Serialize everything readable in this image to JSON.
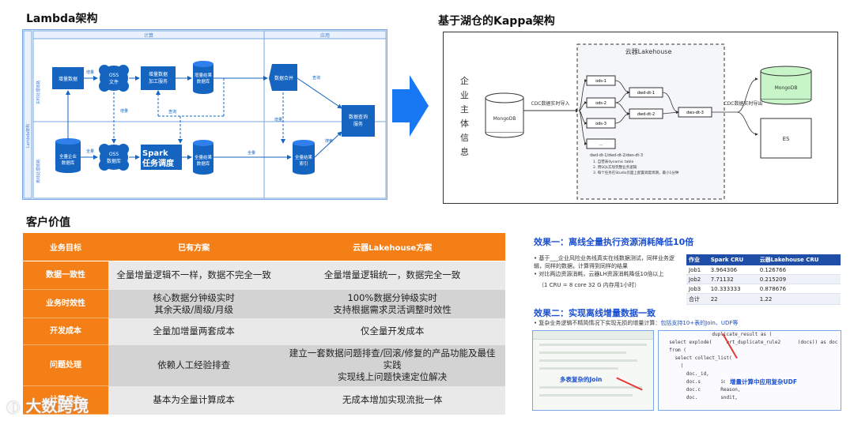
{
  "lambda": {
    "title": "Lambda架构",
    "lane_compute": "计算",
    "lane_app": "应用",
    "side_labels": [
      "Lambda架构",
      "实时处理链路",
      "离线处理链路"
    ],
    "nodes": {
      "inc_data": "增量数据",
      "oss_file": "OSS\n文件",
      "inc_process": "增量数据\n加工服务",
      "inc_result_db": "增量结果\n数据库",
      "data_merge": "数据合并",
      "query_service": "数据查询\n服务",
      "full_db": "全量企业\n数据库",
      "oss_archive": "OSS\n数据库",
      "spark": "Spark\n任务调度",
      "full_result_db": "全量结果\n数据库",
      "full_index": "全量结果\n索引"
    },
    "edges": {
      "inc": "增量",
      "full": "全量",
      "query": "查询",
      "full2": "全量",
      "search": "搜索",
      "inc2": "增量",
      "query2": "查询"
    }
  },
  "kappa": {
    "title": "基于湖仓的Kappa架构",
    "enterprise_info": "企业主体信息",
    "mongodb_src": "MongoDB",
    "cdc_in": "CDC数据实时导入",
    "cdc_out": "CDC数据实时导出",
    "lakehouse": "云器Lakehouse",
    "ods": [
      "ods-1",
      "ods-2",
      "ods-3",
      "..."
    ],
    "dwd": [
      "dwd-dt-1",
      "dwd-dt-2"
    ],
    "dws": "dws-dt-3",
    "mongodb_dst": "MongoDB",
    "es": "ES",
    "notes": [
      "dwd-dt-1/dwd-dt-2/dws-dt-3",
      "1. 自营表dynamic table",
      "2. 用SQL实现完整业务逻辑",
      "3. 每个任务在Studio页面上配置调度周期，最小1分钟"
    ]
  },
  "value": {
    "title": "客户价值",
    "headers": [
      "业务目标",
      "已有方案",
      "云器Lakehouse方案"
    ],
    "rows": [
      {
        "label": "数据一致性",
        "old": "全量增量逻辑不一样，数据不完全一致",
        "new": "全量增量逻辑统一，数据完全一致"
      },
      {
        "label": "业务时效性",
        "old": "核心数据分钟级实时\n其余天级/周级/月级",
        "new": "100%数据分钟级实时\n支持根据需求灵活调整时效性"
      },
      {
        "label": "开发成本",
        "old": "全量加增量两套成本",
        "new": "仅全量开发成本"
      },
      {
        "label": "问题处理",
        "old": "依赖人工经验排查",
        "new": "建立一套数据问题排查/回滚/修复的产品功能及最佳\n实践\n实现线上问题快速定位解决"
      },
      {
        "label": "计算成本",
        "old": "基本为全量计算成本",
        "new": "无成本增加实现流批一体"
      }
    ]
  },
  "effects": {
    "e1_title": "效果一：离线全量执行资源消耗降低10倍",
    "e1_text1": "基于___企业风险业务线真实在线数据测试，同样业务逻辑，同样的数据，计算得到同样的结果",
    "e1_text2": "对比两边资源消耗，云器LH资源消耗降低10倍以上",
    "e1_cru": "（1 CRU = 8 core 32 G 内存用1小时）",
    "cost_headers": [
      "作业",
      "Spark CRU",
      "云器Lakehouse CRU"
    ],
    "cost_rows": [
      [
        "Job1",
        "3.964306",
        "0.126766"
      ],
      [
        "Job2",
        "7.71132",
        "0.215209"
      ],
      [
        "Job3",
        "10.333333",
        "0.878676"
      ],
      [
        "合计",
        "22",
        "1.22"
      ]
    ],
    "e2_title": "效果二：实现离线增量数据一致",
    "e2_text": "复杂业务逻辑不精简情况下实现无损的增量计算：",
    "e2_highlight": "包括支持10+表的Join、UDF等",
    "join_label": "多表复杂的Join",
    "udf_label": "增量计算中应用复杂UDF",
    "code_lines": [
      "                 duplicate_result as (",
      "  select explode(     art_duplicate_rule2      (docs)) as doc",
      "  from (",
      "    select collect_list(",
      "      (",
      "        doc._id,",
      "        doc.s       id,",
      "        doc.c       Reason,",
      "        doc.        sndit,"
    ]
  },
  "watermark": "大数跨境"
}
